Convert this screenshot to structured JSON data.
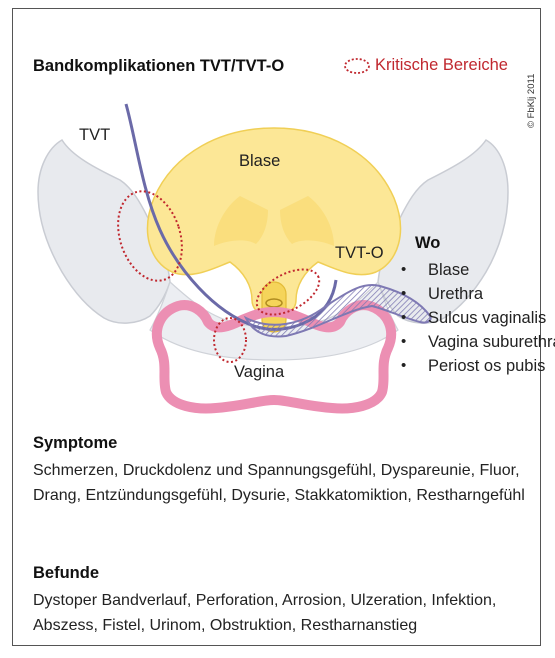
{
  "title": "Bandkomplikationen TVT/TVT-O",
  "legend": {
    "label": "Kritische Bereiche",
    "color": "#c0282f"
  },
  "copyright": "© FbKlj 2011",
  "labels": {
    "tvt": "TVT",
    "blase": "Blase",
    "tvt_o": "TVT-O",
    "vagina": "Vagina"
  },
  "wo": {
    "heading": "Wo",
    "items": [
      "Blase",
      "Urethra",
      "Sulcus vaginalis",
      "Vagina suburethral",
      "Periost os pubis"
    ]
  },
  "symptome": {
    "heading": "Symptome",
    "text": "Schmerzen, Druckdolenz und Spannungsgefühl, Dyspareunie, Fluor, Drang, Entzündungsgefühl, Dysurie, Stakkatomiktion, Restharngefühl"
  },
  "befunde": {
    "heading": "Befunde",
    "text": "Dystoper Bandverlauf, Perforation, Arrosion, Ulzeration, Infektion, Abszess, Fistel, Urinom, Obstruktion, Restharnanstieg"
  }
}
